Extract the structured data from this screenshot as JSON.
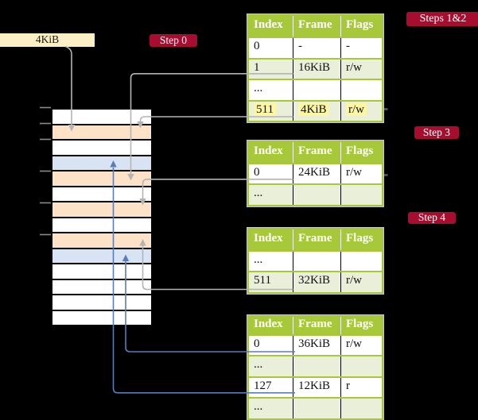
{
  "colors": {
    "background": "#000000",
    "header_green": "#a6c839",
    "row_green": "#e9efd8",
    "row_white": "#ffffff",
    "frame_orange": "#fce3c7",
    "frame_blue": "#d8e4f4",
    "label_cream": "#faefc5",
    "badge_red": "#a60d2e",
    "highlight_yellow": "#fdf6a3",
    "connector_gray": "#b4b4b4",
    "connector_blue": "#5b7cb4",
    "tick_gray": "#8a8a8a"
  },
  "frame_label": {
    "text": "4KiB"
  },
  "badges": {
    "step0": "Step 0",
    "steps12": "Steps 1&2",
    "step3": "Step 3",
    "step4": "Step 4"
  },
  "memory": {
    "rows": [
      {
        "kind": "free"
      },
      {
        "kind": "page-table"
      },
      {
        "kind": "free"
      },
      {
        "kind": "mapped-page"
      },
      {
        "kind": "page-table"
      },
      {
        "kind": "free"
      },
      {
        "kind": "page-table"
      },
      {
        "kind": "free"
      },
      {
        "kind": "page-table"
      },
      {
        "kind": "mapped-page"
      },
      {
        "kind": "free"
      },
      {
        "kind": "free"
      },
      {
        "kind": "free"
      },
      {
        "kind": "free"
      }
    ]
  },
  "tables": [
    {
      "name": "level-4-page-table",
      "headers": [
        "Index",
        "Frame",
        "Flags"
      ],
      "rows": [
        {
          "cells": [
            "0",
            "-",
            "-"
          ],
          "shaded": false,
          "highlight": false
        },
        {
          "cells": [
            "1",
            "16KiB",
            "r/w"
          ],
          "shaded": true,
          "highlight": false
        },
        {
          "cells": [
            "...",
            "",
            ""
          ],
          "shaded": false,
          "highlight": false
        },
        {
          "cells": [
            "511",
            "4KiB",
            "r/w"
          ],
          "shaded": true,
          "highlight": true
        }
      ]
    },
    {
      "name": "level-3-page-table",
      "headers": [
        "Index",
        "Frame",
        "Flags"
      ],
      "rows": [
        {
          "cells": [
            "0",
            "24KiB",
            "r/w"
          ],
          "shaded": false,
          "highlight": false
        },
        {
          "cells": [
            "...",
            "",
            ""
          ],
          "shaded": true,
          "highlight": false
        }
      ]
    },
    {
      "name": "level-2-page-table",
      "headers": [
        "Index",
        "Frame",
        "Flags"
      ],
      "rows": [
        {
          "cells": [
            "...",
            "",
            ""
          ],
          "shaded": false,
          "highlight": false
        },
        {
          "cells": [
            "511",
            "32KiB",
            "r/w"
          ],
          "shaded": true,
          "highlight": false
        }
      ]
    },
    {
      "name": "level-1-page-table",
      "headers": [
        "Index",
        "Frame",
        "Flags"
      ],
      "rows": [
        {
          "cells": [
            "0",
            "36KiB",
            "r/w"
          ],
          "shaded": false,
          "highlight": false
        },
        {
          "cells": [
            "...",
            "",
            ""
          ],
          "shaded": true,
          "highlight": false
        },
        {
          "cells": [
            "127",
            "12KiB",
            "r"
          ],
          "shaded": false,
          "highlight": false
        },
        {
          "cells": [
            "...",
            "",
            ""
          ],
          "shaded": true,
          "highlight": false
        }
      ]
    }
  ]
}
